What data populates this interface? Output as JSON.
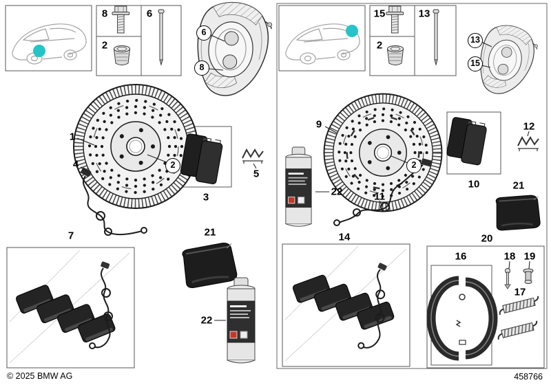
{
  "callouts": {
    "n1": "1",
    "n2": "2",
    "n3": "3",
    "n4": "4",
    "n5": "5",
    "n6": "6",
    "n7": "7",
    "n8": "8",
    "n9": "9",
    "n10": "10",
    "n11": "11",
    "n12": "12",
    "n13": "13",
    "n14": "14",
    "n15": "15",
    "n16": "16",
    "n17": "17",
    "n18": "18",
    "n19": "19",
    "n20": "20",
    "n21": "21",
    "n22": "22"
  },
  "footer": {
    "copyright": "© 2025 BMW AG",
    "diagram_number": "458766"
  },
  "colors": {
    "highlight_dot": "#25c4c9",
    "part_dark": "#242424",
    "hazard_red": "#c0392b",
    "outline": "#333333"
  },
  "icons": {
    "car-silhouette-icon": "sketched vehicle outline with teal axle dot",
    "hex-bolt-icon": "hex flange bolt",
    "socket-plug-icon": "countersunk socket screw",
    "guide-pin-icon": "long guide pin",
    "brake-caliper-icon": "brake caliper body",
    "brake-disc-icon": "cross-drilled brake disc",
    "brake-pads-icon": "brake pad pair",
    "pad-clip-icon": "anti-rattle spring clip",
    "wear-sensor-icon": "brake pad wear sensor wire",
    "pad-kit-icon": "brake pad set with wear sensor",
    "grease-packet-icon": "lubricant sachet",
    "spray-can-icon": "brake service spray can",
    "brake-shoes-icon": "parking brake shoe pair",
    "return-spring-icon": "brake shoe return springs"
  }
}
